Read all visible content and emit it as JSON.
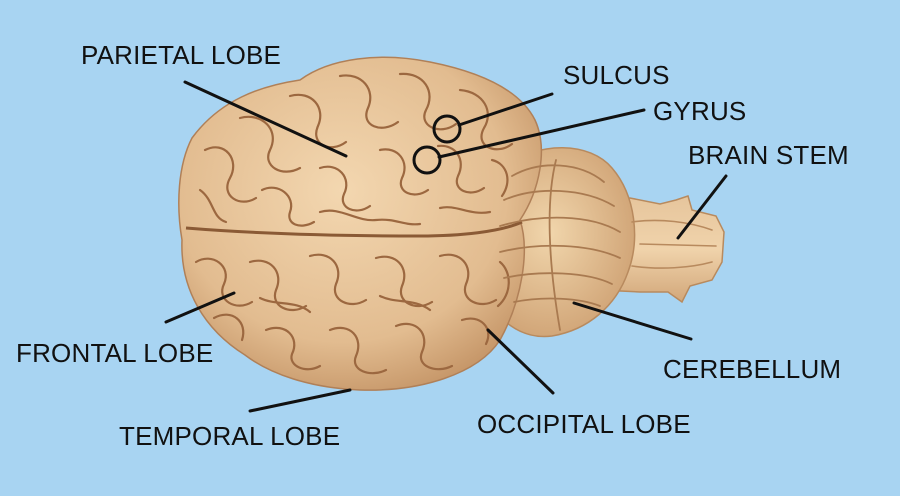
{
  "labels": {
    "parietal": "PARIETAL LOBE",
    "sulcus": "SULCUS",
    "gyrus": "GYRUS",
    "brain_stem": "BRAIN STEM",
    "frontal": "FRONTAL LOBE",
    "cerebellum": "CEREBELLUM",
    "temporal": "TEMPORAL LOBE",
    "occipital": "OCCIPITAL LOBE"
  },
  "colors": {
    "background": "#a8d4f2",
    "tissue": "#e6c39a",
    "tissue_shadow": "#b8875c",
    "fold_line": "#9c6840",
    "leader_line": "#111111"
  }
}
